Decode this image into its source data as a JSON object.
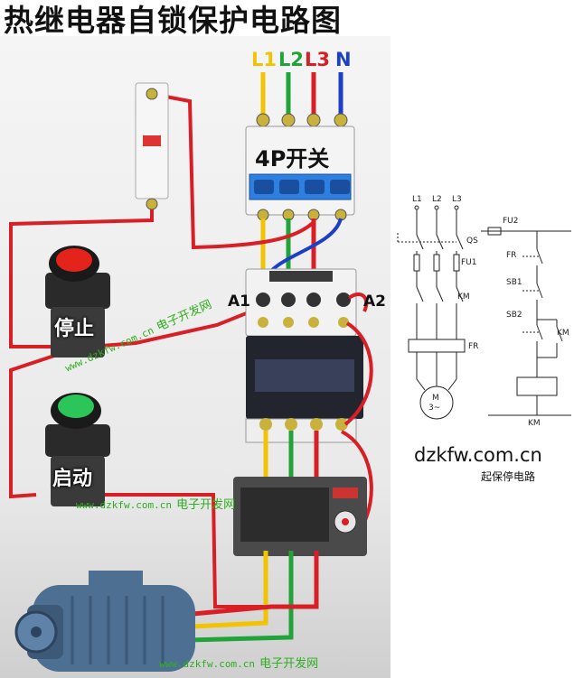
{
  "title": "热继电器自锁保护电路图",
  "phases": [
    {
      "label": "L1",
      "color": "#f2c300"
    },
    {
      "label": "L2",
      "color": "#21a33a"
    },
    {
      "label": "L3",
      "color": "#d81f26"
    },
    {
      "label": "N",
      "color": "#1c3fc8"
    }
  ],
  "switch_label": "4P开关",
  "contactor_terminals": {
    "a1": "A1",
    "a2": "A2"
  },
  "stop_button_label": "停止",
  "start_button_label": "启动",
  "watermarks": [
    {
      "url": "www.dzkfw.com.cn",
      "name": "电子开发网"
    },
    {
      "url": "www.dzkfw.com.cn",
      "name": "电子开发网"
    },
    {
      "url": "www.dzkfw.com.cn",
      "name": "电子开发网"
    }
  ],
  "schematic": {
    "power_labels": [
      "L1",
      "L2",
      "L3"
    ],
    "qs": "QS",
    "fu1": "FU1",
    "km_main": "KM",
    "fr_main": "FR",
    "motor": "M",
    "motor_phase": "3~",
    "fu2": "FU2",
    "fr_ctrl": "FR",
    "sb1": "SB1",
    "sb2": "SB2",
    "km_aux": "KM",
    "km_coil": "KM"
  },
  "site_url": "dzkfw.com.cn",
  "caption": "起保停电路",
  "colors": {
    "wire_red": "#d81f26",
    "wire_yellow": "#f2c300",
    "wire_green": "#21a33a",
    "wire_blue": "#1c3fc8",
    "watermark": "#2fae1f"
  }
}
